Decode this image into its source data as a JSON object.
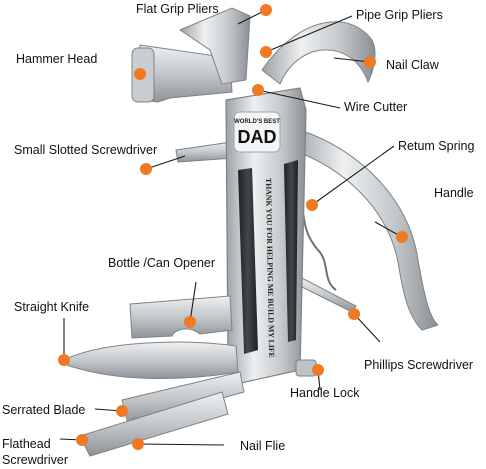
{
  "colors": {
    "callout_dot": "#F07A24",
    "leader_line": "#1A1A1A",
    "steel_light": "#E6E8EA",
    "steel_mid": "#B9BDC1",
    "steel_dark": "#8A8F94",
    "handle_grip": "#2B2D2F",
    "label_text": "#111111"
  },
  "handle_badge": {
    "small_text": "WORLD'S BEST",
    "big_text": "DAD"
  },
  "handle_engraving": "THANK YOU FOR HELPING ME BUILD MY LIFE",
  "callouts": {
    "flat_grip_pliers": "Flat Grip Pliers",
    "pipe_grip_pliers": "Pipe Grip Pliers",
    "hammer_head": "Hammer Head",
    "nail_claw": "Nail Claw",
    "wire_cutter": "Wire Cutter",
    "small_slotted_screwdriver": "Small Slotted Screwdriver",
    "return_spring": "Retum Spring",
    "handle": "Handle",
    "bottle_can_opener": "Bottle /Can Opener",
    "straight_knife": "Straight Knife",
    "phillips_screwdriver": "Phillips Screwdriver",
    "handle_lock": "Handle Lock",
    "serrated_blade": "Serrated Blade",
    "flathead_screwdriver_line1": "Flathead",
    "flathead_screwdriver_line2": "Screwdriver",
    "nail_file": "Nail Flie"
  }
}
